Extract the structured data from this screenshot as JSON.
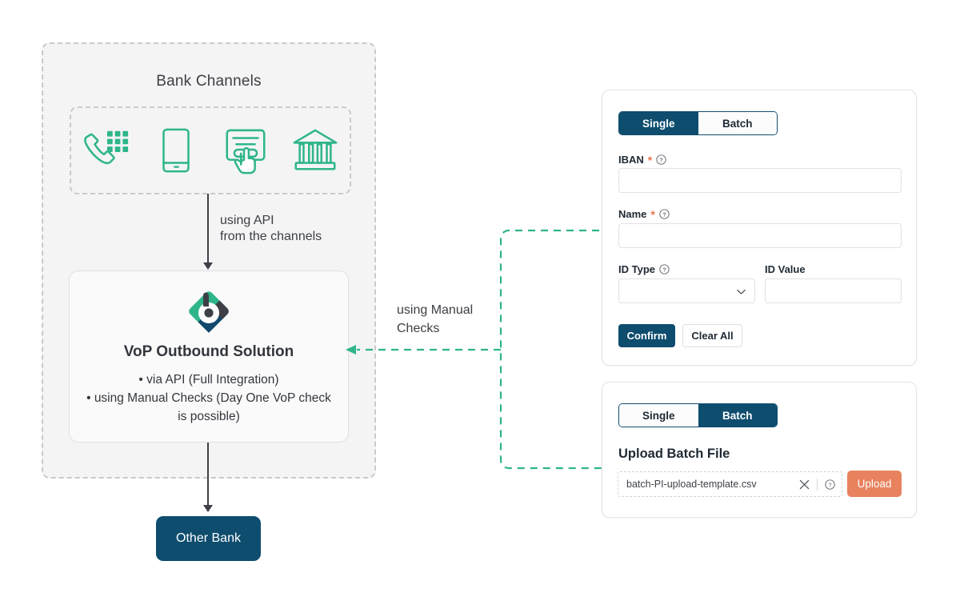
{
  "colors": {
    "navy": "#0e4d6e",
    "teal": "#2fb58a",
    "salmon": "#e8825e",
    "zone_bg": "#f4f4f5",
    "dash_gray": "#c9cacd",
    "text_dark": "#33373d"
  },
  "diagram": {
    "zone_title": "Bank Channels",
    "channels": [
      {
        "name": "phone-keypad-icon",
        "label": "Phone"
      },
      {
        "name": "mobile-phone-icon",
        "label": "Mobile"
      },
      {
        "name": "online-screen-click-icon",
        "label": "Online"
      },
      {
        "name": "bank-building-icon",
        "label": "Branch"
      }
    ],
    "api_connector_label": "using API\nfrom the channels",
    "manual_connector_label": "using Manual\nChecks",
    "vop": {
      "title": "VoP Outbound Solution",
      "bullets": [
        "via API (Full Integration)",
        "using Manual Checks (Day One VoP check is possible)"
      ]
    },
    "other_bank_label": "Other Bank"
  },
  "single_card": {
    "toggle": {
      "single": "Single",
      "batch": "Batch",
      "active": "Single"
    },
    "fields": {
      "iban": {
        "label": "IBAN",
        "required": true,
        "help": true,
        "value": "",
        "placeholder": ""
      },
      "name": {
        "label": "Name",
        "required": true,
        "help": true,
        "value": "",
        "placeholder": ""
      },
      "id_type": {
        "label": "ID Type",
        "required": false,
        "help": true,
        "value": "",
        "placeholder": ""
      },
      "id_value": {
        "label": "ID Value",
        "required": false,
        "help": false,
        "value": "",
        "placeholder": ""
      }
    },
    "buttons": {
      "confirm": "Confirm",
      "clear": "Clear All"
    }
  },
  "batch_card": {
    "toggle": {
      "single": "Single",
      "batch": "Batch",
      "active": "Batch"
    },
    "title": "Upload Batch File",
    "file_name": "batch-PI-upload-template.csv",
    "upload_button": "Upload"
  },
  "icons": {
    "required_asterisk": "*",
    "help_icon": "question-mark-circle-icon",
    "clear_icon": "close-x-icon",
    "chevron": "chevron-down-icon"
  }
}
